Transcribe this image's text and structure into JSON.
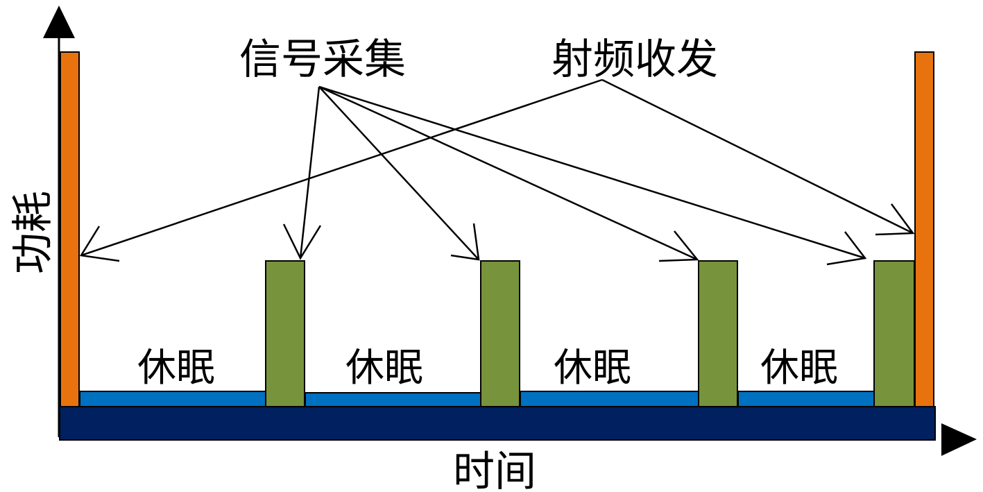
{
  "labels": {
    "y_axis": "功耗",
    "x_axis": "时间",
    "signal_acquisition": "信号采集",
    "rf_transceive": "射频收发",
    "sleep": [
      "休眠",
      "休眠",
      "休眠",
      "休眠"
    ]
  },
  "colors": {
    "rf_bar": "#e8730e",
    "signal_bar": "#77933c",
    "sleep_bar": "#0070c0",
    "base_bar": "#002060",
    "axis": "#000000"
  }
}
